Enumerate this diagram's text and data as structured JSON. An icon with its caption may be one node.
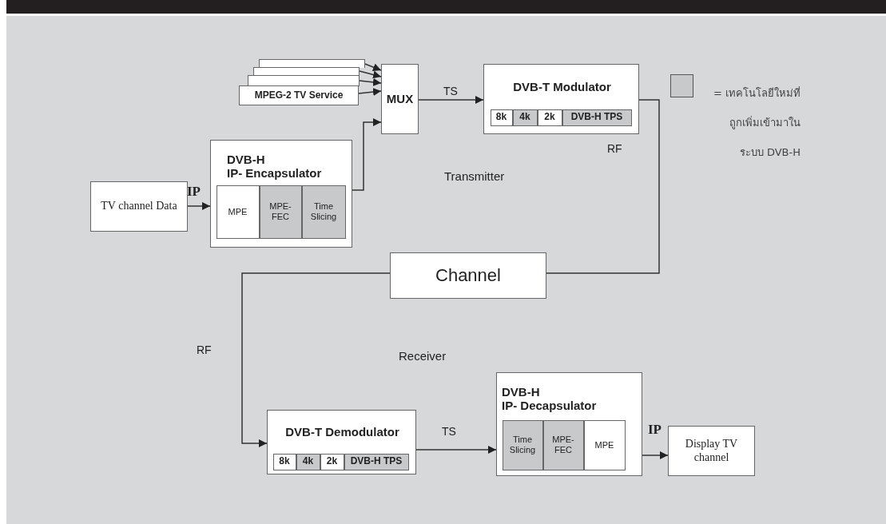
{
  "diagram": {
    "nodes": [
      {
        "text": [],
        "shape": "box"
      },
      {
        "text": [],
        "shape": "box"
      },
      {
        "text": [],
        "shape": "box"
      },
      {
        "text": [
          "MPEG-2 TV Service"
        ]
      },
      {
        "text": [
          "MUX"
        ]
      },
      {
        "text": [
          "DVB-T Modulator"
        ]
      },
      {
        "text": [
          "8k"
        ],
        "in": 5
      },
      {
        "text": [
          "4k"
        ],
        "in": 5
      },
      {
        "text": [
          "2k"
        ],
        "in": 5
      },
      {
        "text": [
          "DVB-H TPS"
        ],
        "in": 5
      },
      {
        "text": [
          "DVB-H",
          "IP- Encapsulator"
        ]
      },
      {
        "text": [
          "MPE"
        ],
        "in": 10
      },
      {
        "text": [
          "MPE- FEC"
        ],
        "in": 10
      },
      {
        "text": [
          "Time Slicing"
        ],
        "in": 10
      },
      {
        "text": [
          "TV channel Data"
        ]
      },
      {
        "text": [
          "Channel"
        ]
      },
      {
        "text": [
          "DVB-T Demodulator"
        ]
      },
      {
        "text": [
          "8k"
        ],
        "in": 16
      },
      {
        "text": [
          "4k"
        ],
        "in": 16
      },
      {
        "text": [
          "2k"
        ],
        "in": 16
      },
      {
        "text": [
          "DVB-H TPS"
        ],
        "in": 16
      },
      {
        "text": [
          "DVB-H",
          "IP- Decapsulator"
        ]
      },
      {
        "text": [
          "Time Slicing"
        ],
        "in": 21
      },
      {
        "text": [
          "MPE- FEC"
        ],
        "in": 21
      },
      {
        "text": [
          "MPE"
        ],
        "in": 21
      },
      {
        "text": [
          "Display TV channel"
        ]
      }
    ],
    "edges": [
      {
        "from": 0,
        "to": 4,
        "arrow": "to"
      },
      {
        "from": 1,
        "to": 4,
        "arrow": "to"
      },
      {
        "from": 2,
        "to": 4,
        "arrow": "to"
      },
      {
        "from": 3,
        "to": 4,
        "arrow": "to"
      },
      {
        "from": 14,
        "to": 10,
        "arrow": "to",
        "label": "IP"
      },
      {
        "from": 10,
        "to": 4,
        "arrow": "to"
      },
      {
        "from": 4,
        "to": 5,
        "arrow": "to",
        "label": "TS"
      },
      {
        "from": 5,
        "to": 15,
        "arrow": "none",
        "label": "RF"
      },
      {
        "from": 15,
        "to": 16,
        "arrow": "to",
        "label": "RF"
      },
      {
        "from": 16,
        "to": 21,
        "arrow": "to",
        "label": "TS"
      },
      {
        "from": 21,
        "to": 25,
        "arrow": "to",
        "label": "IP"
      }
    ],
    "labels": [
      "Transmitter",
      "Receiver"
    ],
    "legend": [
      {
        "text": "= เทคโนโลยีใหม่ที่ถูกเพิ่มเข้ามาในระบบ DVB-H",
        "color": "#c8c9cb"
      }
    ]
  }
}
